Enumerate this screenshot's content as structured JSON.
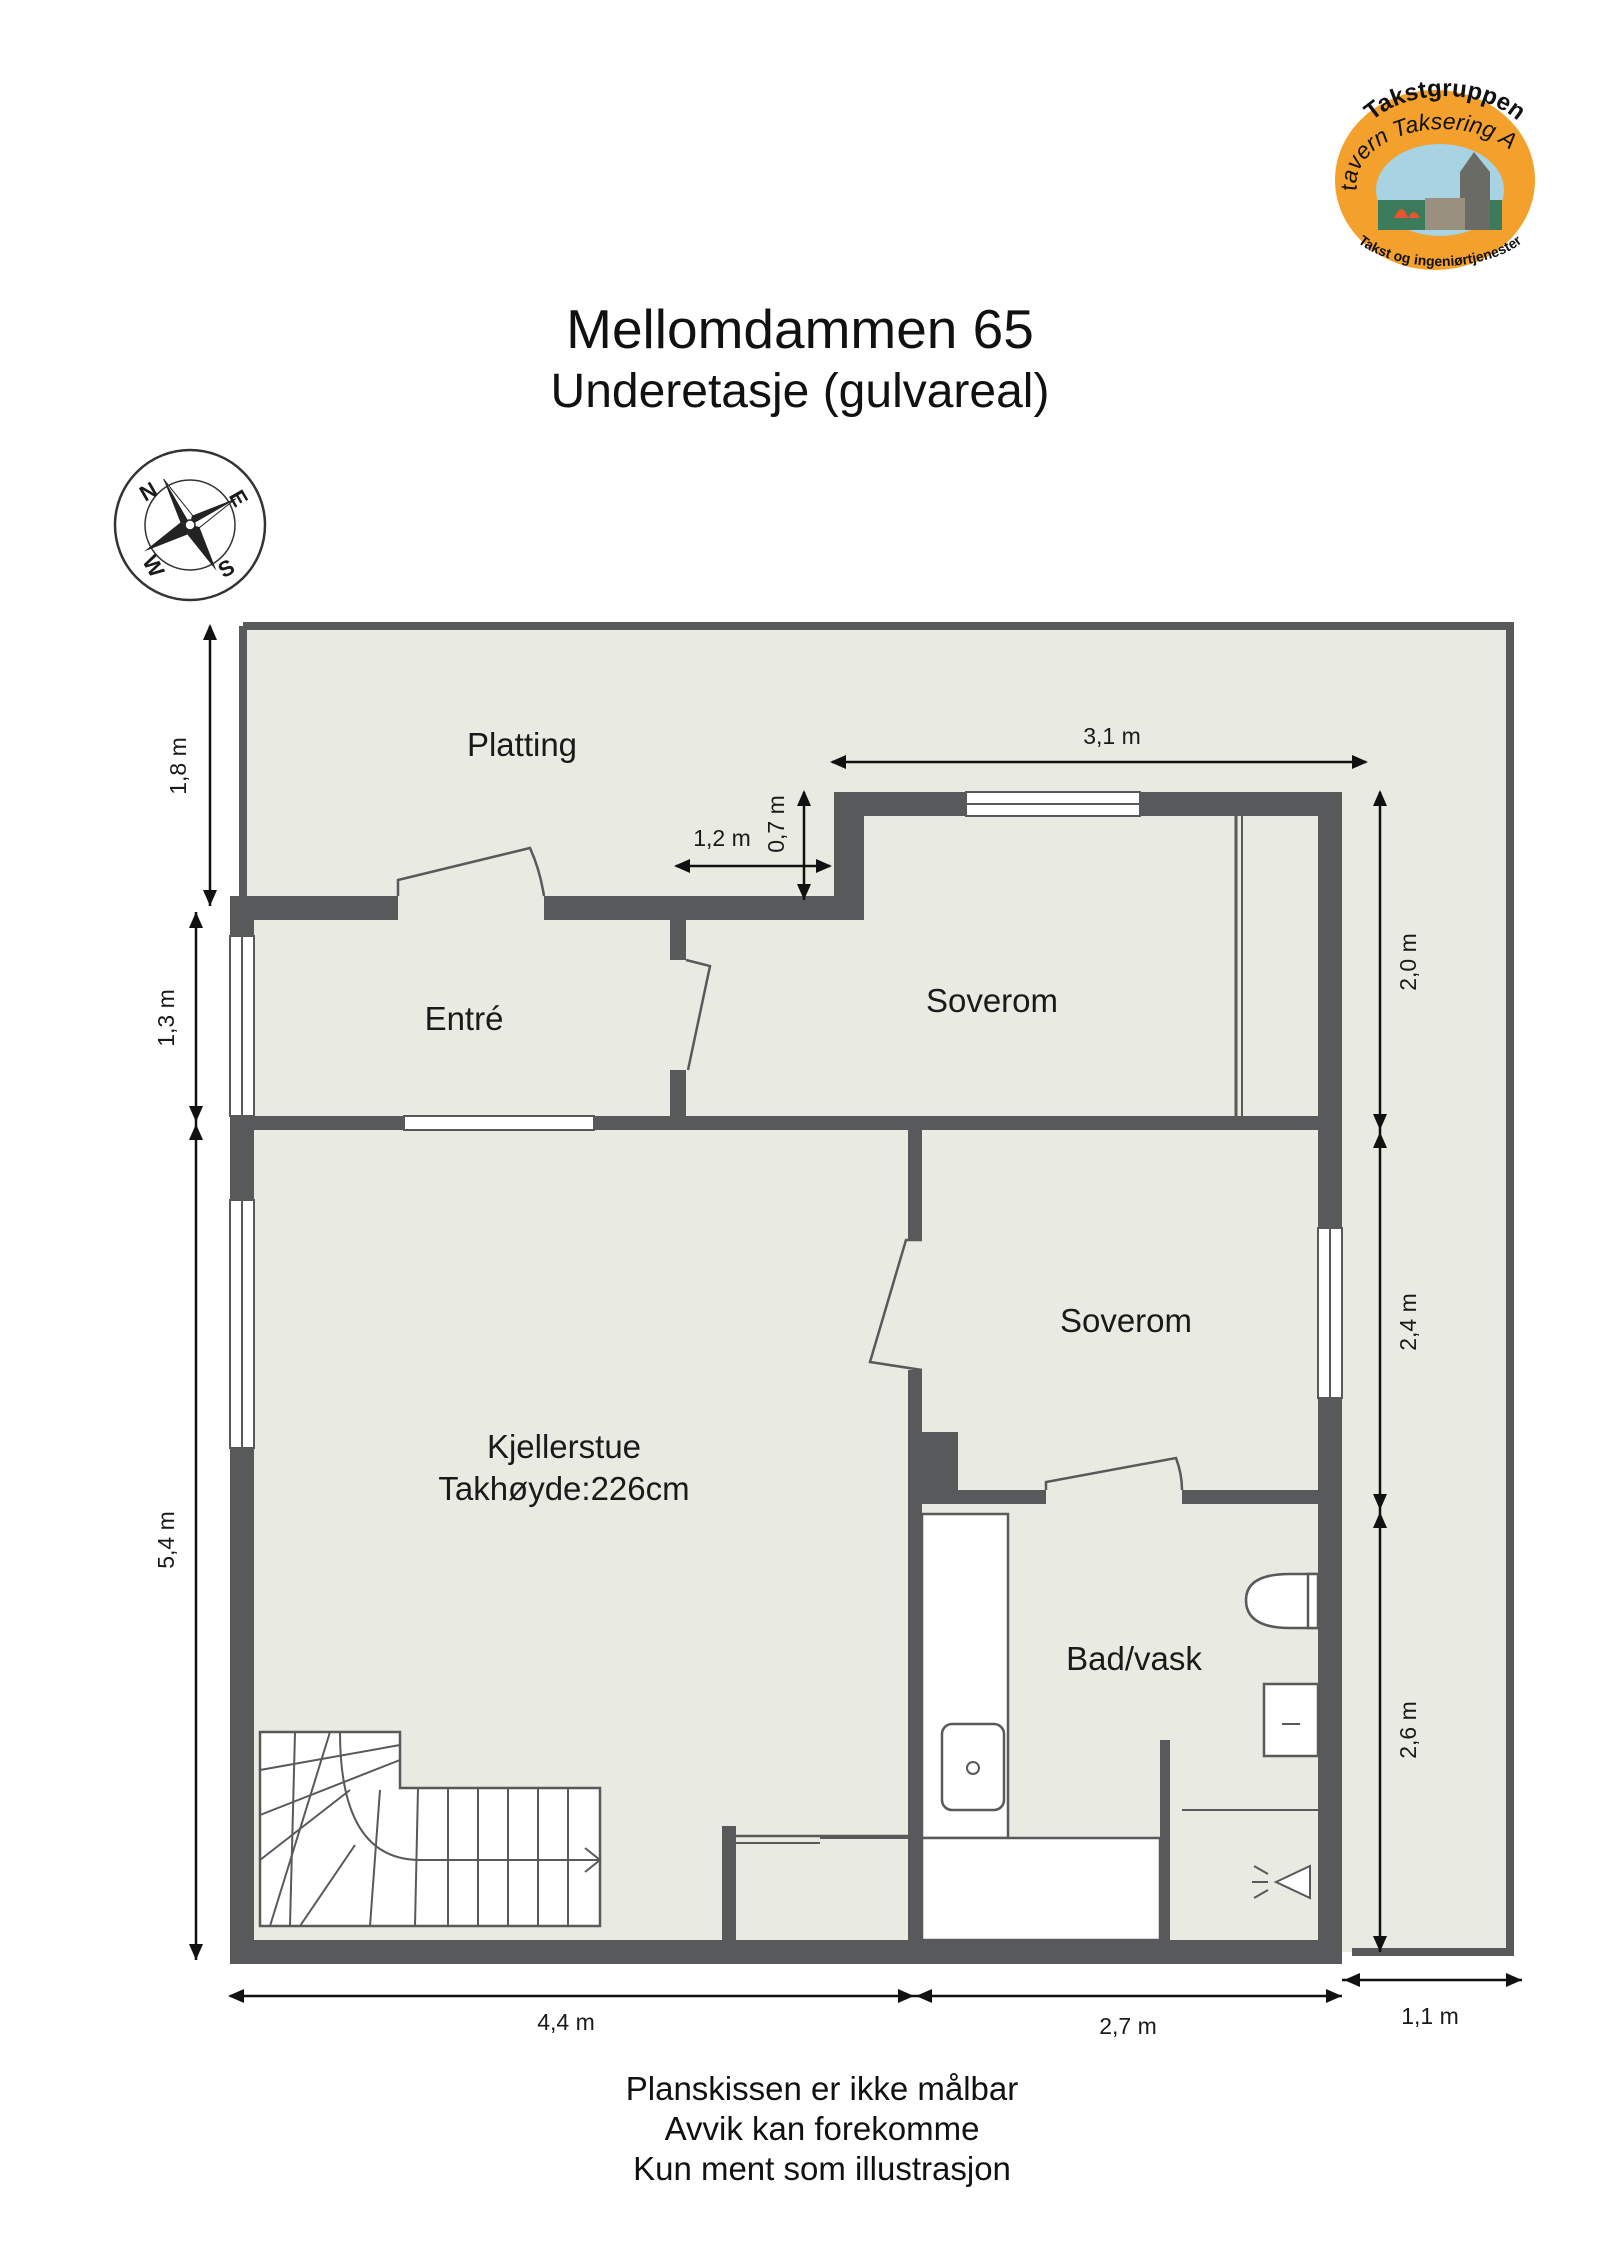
{
  "header": {
    "title": "Mellomdammen 65",
    "subtitle": "Underetasje (gulvareal)"
  },
  "logo": {
    "top_text": "Takstgruppen",
    "middle_text": "Stavern Taksering AS",
    "bottom_text": "Takst og ingeniørtjenester"
  },
  "compass": {
    "n": "N",
    "e": "E",
    "s": "S",
    "w": "W"
  },
  "rooms": {
    "platting": "Platting",
    "entre": "Entré",
    "soverom_1": "Soverom",
    "soverom_2": "Soverom",
    "kjellerstue": "Kjellerstue",
    "kjellerstue_height": "Takhøyde:226cm",
    "bad": "Bad/vask"
  },
  "dimensions": {
    "left_top": "1,8 m",
    "left_mid": "1,3 m",
    "left_bottom": "5,4 m",
    "top_right": "3,1 m",
    "step_width": "1,2 m",
    "step_height": "0,7 m",
    "right_top": "2,0 m",
    "right_mid": "2,4 m",
    "right_bottom": "2,6 m",
    "bottom_left": "4,4 m",
    "bottom_mid": "2,7 m",
    "bottom_right": "1,1 m"
  },
  "footer": {
    "line1": "Planskissen er ikke målbar",
    "line2": "Avvik kan forekomme",
    "line3": "Kun ment som illustrasjon"
  },
  "colors": {
    "wall": "#58595b",
    "floor": "#e9eae2",
    "logo_orange": "#f3a12c",
    "logo_navy": "#1f2a55",
    "logo_sky": "#a7d3e3"
  }
}
